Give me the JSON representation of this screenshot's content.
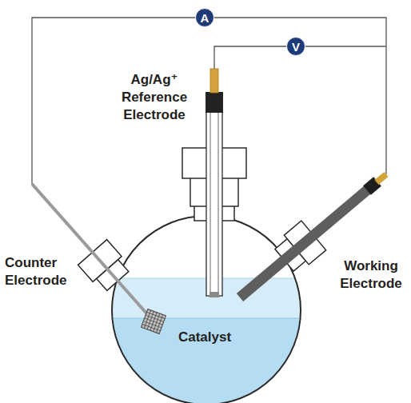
{
  "diagram": {
    "nodes": [
      {
        "text": [
          "A"
        ]
      },
      {
        "text": [
          "V"
        ]
      }
    ],
    "labels": [
      "Ag/Ag⁺ Reference Electrode",
      "Counter Electrode",
      "Working Electrode",
      "Catalyst"
    ]
  }
}
